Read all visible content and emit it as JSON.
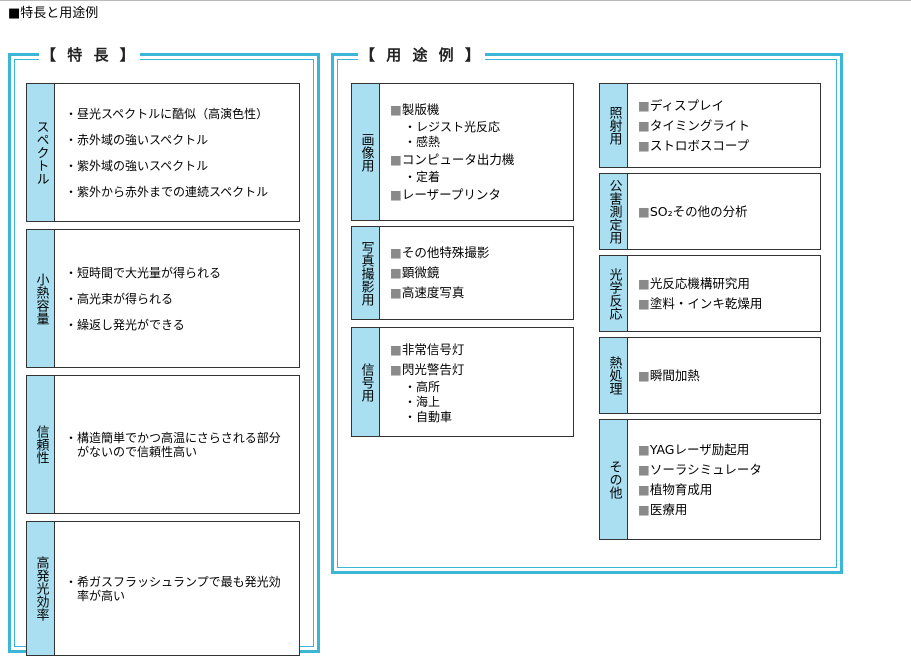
{
  "heading": "■特長と用途例",
  "features": {
    "title": "【 特 長 】",
    "items": [
      {
        "label": "スペクトル",
        "lines": [
          "・昼光スペクトルに酷似（高演色性）",
          "・赤外域の強いスペクトル",
          "・紫外域の強いスペクトル",
          "・紫外から赤外までの連続スペクトル"
        ]
      },
      {
        "label": "小熱容量",
        "lines": [
          "・短時間で大光量が得られる",
          "・高光束が得られる",
          "・繰返し発光ができる"
        ]
      },
      {
        "label": "信頼性",
        "lines": [
          "・構造簡単でかつ高温にさらされる部分\n　がないので信頼性高い"
        ]
      },
      {
        "label": "高発光効率",
        "lines": [
          "・希ガスフラッシュランプで最も発光効\n　率が高い"
        ]
      }
    ]
  },
  "uses": {
    "title": "【 用 途 例 】",
    "left": [
      {
        "label": "画像用",
        "entries": [
          {
            "cat": "製版機",
            "subs": [
              "・レジスト光反応",
              "・感熱"
            ]
          },
          {
            "cat": "コンピュータ出力機",
            "subs": [
              "・定着"
            ]
          },
          {
            "cat": "レーザープリンタ",
            "subs": []
          }
        ]
      },
      {
        "label": "写真撮影用",
        "entries": [
          {
            "cat": "その他特殊撮影",
            "subs": []
          },
          {
            "cat": "顕微鏡",
            "subs": []
          },
          {
            "cat": "高速度写真",
            "subs": []
          }
        ]
      },
      {
        "label": "信号用",
        "entries": [
          {
            "cat": "非常信号灯",
            "subs": []
          },
          {
            "cat": "閃光警告灯",
            "subs": [
              "・高所",
              "・海上",
              "・自動車"
            ]
          }
        ]
      }
    ],
    "right": [
      {
        "label": "照射用",
        "entries": [
          {
            "cat": "ディスプレイ",
            "subs": []
          },
          {
            "cat": "タイミングライト",
            "subs": []
          },
          {
            "cat": "ストロボスコープ",
            "subs": []
          }
        ]
      },
      {
        "label": "公害測定用",
        "entries": [
          {
            "cat": "SO₂その他の分析",
            "subs": []
          }
        ]
      },
      {
        "label": "光学反応",
        "entries": [
          {
            "cat": "光反応機構研究用",
            "subs": []
          },
          {
            "cat": "塗料・インキ乾燥用",
            "subs": []
          }
        ]
      },
      {
        "label": "熱処理",
        "entries": [
          {
            "cat": "瞬間加熱",
            "subs": []
          }
        ]
      },
      {
        "label": "その他",
        "entries": [
          {
            "cat": "YAGレーザ励起用",
            "subs": []
          },
          {
            "cat": "ソーラシミュレータ",
            "subs": []
          },
          {
            "cat": "植物育成用",
            "subs": []
          },
          {
            "cat": "医療用",
            "subs": []
          }
        ]
      }
    ]
  },
  "colors": {
    "frame": "#3cb6d6",
    "label_bg": "#a9dff1",
    "bullet": "#8a8a8a"
  }
}
